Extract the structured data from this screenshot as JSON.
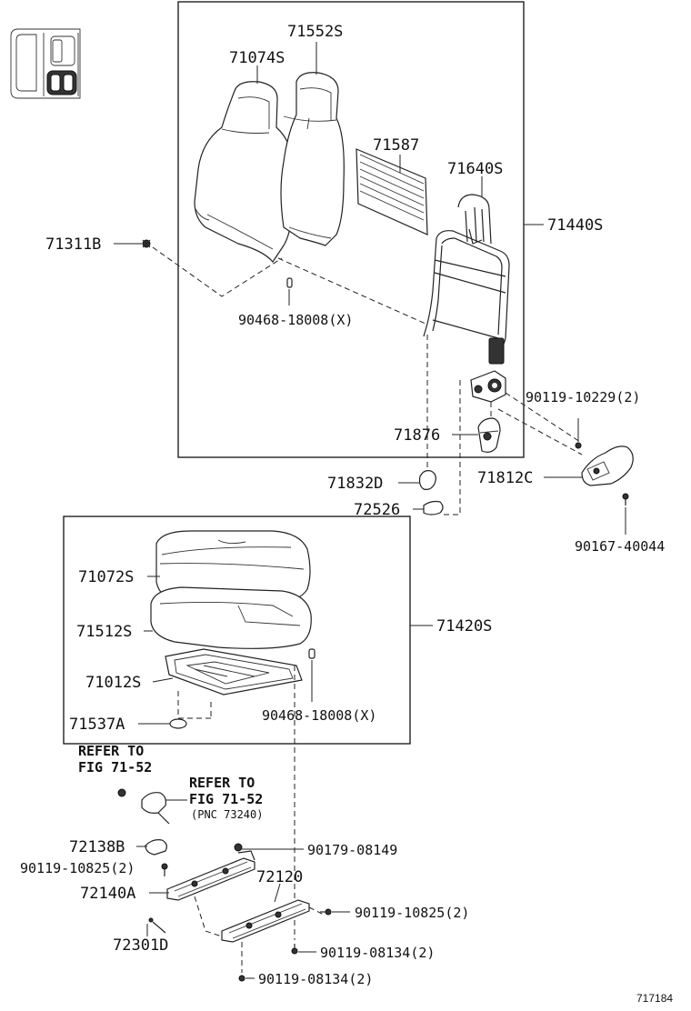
{
  "diagram": {
    "assembly_labels": {
      "seatback_assy": "71440S",
      "cushion_assy": "71420S"
    },
    "parts": {
      "p71552S": "71552S",
      "p71074S": "71074S",
      "p71587": "71587",
      "p71640S": "71640S",
      "p71311B": "71311B",
      "p90468_upper": "90468-18008(X)",
      "p90119_10229": "90119-10229(2)",
      "p71876": "71876",
      "p71832D": "71832D",
      "p71812C": "71812C",
      "p72526": "72526",
      "p90167": "90167-40044",
      "p71072S": "71072S",
      "p71512S": "71512S",
      "p71012S": "71012S",
      "p90468_lower": "90468-18008(X)",
      "p71537A": "71537A",
      "p72138B": "72138B",
      "p90179": "90179-08149",
      "p90119_10825_left": "90119-10825(2)",
      "p72120": "72120",
      "p72140A": "72140A",
      "p90119_10825_right": "90119-10825(2)",
      "p72301D": "72301D",
      "p90119_08134_right": "90119-08134(2)",
      "p90119_08134_bottom": "90119-08134(2)"
    },
    "references": {
      "ref1_line1": "REFER TO",
      "ref1_line2": "FIG 71-52",
      "ref2_line1": "REFER TO",
      "ref2_line2": "FIG 71-52",
      "ref2_line3": "(PNC 73240)"
    },
    "diagram_id": "717184"
  }
}
